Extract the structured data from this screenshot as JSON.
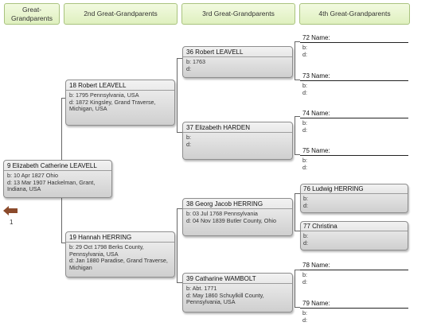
{
  "headers": {
    "col1": "Great-\nGrandparents",
    "col2": "2nd Great-Grandparents",
    "col3": "3rd Great-Grandparents",
    "col4": "4th Great-Grandparents"
  },
  "people": {
    "p9": {
      "name": "9 Elizabeth Catherine LEAVELL",
      "b": "b: 10 Apr 1827 Ohio",
      "d": "d: 13 Mar 1907 Hackelman, Grant, Indiana, USA"
    },
    "p18": {
      "name": "18 Robert LEAVELL",
      "b": "b: 1795 Pennsylvania, USA",
      "d": "d: 1872 Kingsley, Grand Traverse, Michigan, USA"
    },
    "p19": {
      "name": "19 Hannah HERRING",
      "b": "b: 29 Oct 1798 Berks County, Pennsylvania, USA",
      "d": "d: Jan 1880 Paradise, Grand Traverse, Michigan"
    },
    "p36": {
      "name": "36 Robert LEAVELL",
      "b": "b: 1763",
      "d": "d:"
    },
    "p37": {
      "name": "37 Elizabeth HARDEN",
      "b": "b:",
      "d": "d:"
    },
    "p38": {
      "name": "38 Georg Jacob HERRING",
      "b": "b: 03 Jul 1768 Pennsylvania",
      "d": "d: 04 Nov 1839 Butler County, Ohio"
    },
    "p39": {
      "name": "39 Catharine WAMBOLT",
      "b": "b: Abt. 1771",
      "d": "d: May 1860 Schuylkill County, Pennsylvania, USA"
    },
    "p72": {
      "name": "72 Name:",
      "b": "b:",
      "d": "d:"
    },
    "p73": {
      "name": "73 Name:",
      "b": "b:",
      "d": "d:"
    },
    "p74": {
      "name": "74 Name:",
      "b": "b:",
      "d": "d:"
    },
    "p75": {
      "name": "75 Name:",
      "b": "b:",
      "d": "d:"
    },
    "p76": {
      "name": "76 Ludwig HERRING",
      "b": "b:",
      "d": "d:"
    },
    "p77": {
      "name": "77 Christina",
      "b": "b:",
      "d": "d:"
    },
    "p78": {
      "name": "78 Name:",
      "b": "b:",
      "d": "d:"
    },
    "p79": {
      "name": "79 Name:",
      "b": "b:",
      "d": "d:"
    }
  },
  "navigation": {
    "back_arrow_icon": "left-arrow-icon",
    "page_number": "1"
  },
  "colors": {
    "header_bg": "#dff0bf",
    "box_bg": "#d8d8d8",
    "arrow": "#8b4a2b"
  }
}
